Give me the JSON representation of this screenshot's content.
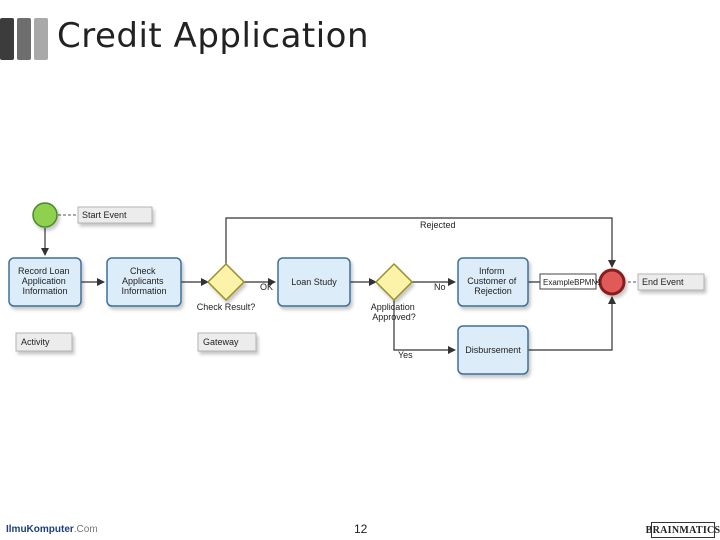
{
  "slide": {
    "title": "Credit Application",
    "page_number": "12",
    "footer_site": {
      "name": "IlmuKomputer",
      "suffix": ".Com"
    },
    "footer_brand": "BRAINMATICS",
    "title_bar_colors": [
      "#3c3c3c",
      "#6e6e6e",
      "#a9a9a9"
    ]
  },
  "diagram": {
    "events": {
      "start": {
        "label": "Start Event",
        "color": "#8fd14f"
      },
      "end": {
        "label": "End Event",
        "color": "#e05a5a"
      }
    },
    "tasks": {
      "record": {
        "lines": [
          "Record Loan",
          "Application",
          "Information"
        ]
      },
      "check": {
        "lines": [
          "Check",
          "Applicants",
          "Information"
        ]
      },
      "loan_study": {
        "lines": [
          "Loan Study"
        ]
      },
      "inform": {
        "lines": [
          "Inform",
          "Customer of",
          "Rejection"
        ]
      },
      "disbursement": {
        "lines": [
          "Disbursement"
        ]
      }
    },
    "gateways": {
      "check_result": {
        "label": "Check Result?"
      },
      "approved": {
        "lines": [
          "Application",
          "Approved?"
        ]
      }
    },
    "flow_labels": {
      "ok": "OK",
      "no": "No",
      "yes": "Yes",
      "rejected": "Rejected"
    },
    "annotations": {
      "activity": "Activity",
      "gateway": "Gateway",
      "example": "ExampleBPMN1"
    },
    "colors": {
      "task_fill": "#dcecf9",
      "task_stroke": "#3f6f9a",
      "gateway_fill": "#fdf3a8",
      "gateway_stroke": "#9a8f2c",
      "flow": "#333333"
    }
  }
}
